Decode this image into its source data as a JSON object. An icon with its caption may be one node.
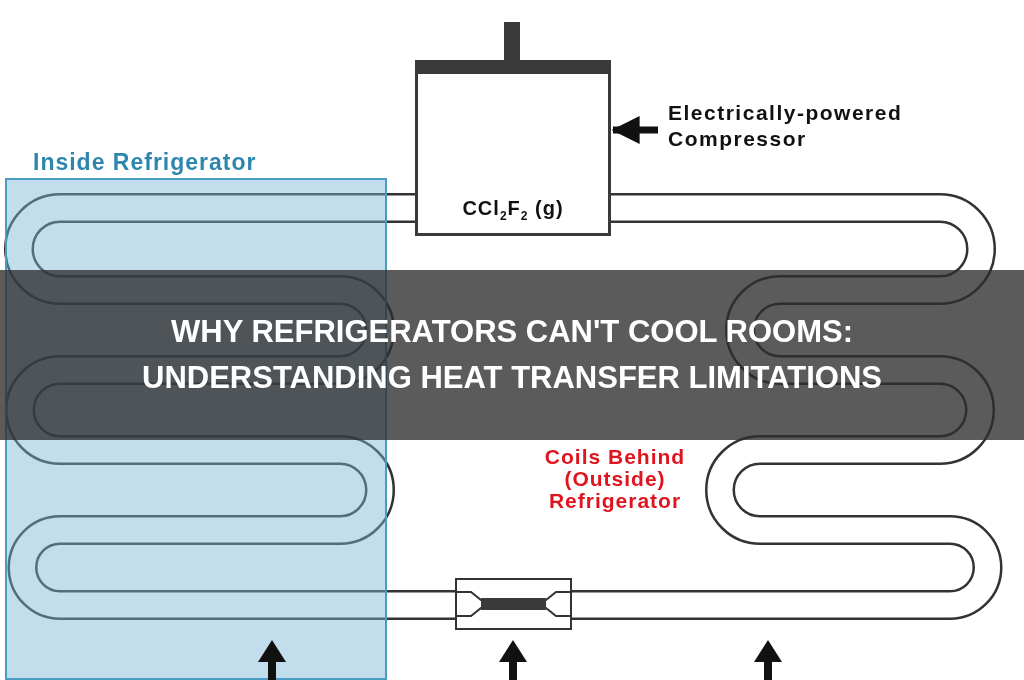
{
  "diagram": {
    "title": "WHY REFRIGERATORS CAN'T COOL ROOMS: UNDERSTANDING HEAT TRANSFER LIMITATIONS",
    "nodes": [
      {
        "text": [
          "Inside Refrigerator"
        ]
      },
      {
        "text": [
          "CCl$_{2}$F$_{2}$ (g)"
        ]
      },
      {
        "text": [
          "Electrically-powered Compressor"
        ]
      },
      {
        "text": [],
        "shape": "box"
      }
    ],
    "edges": [
      {
        "from": 2,
        "to": 1,
        "arrow": "to"
      }
    ],
    "labels": [
      "Coils Behind (Outside) Refrigerator"
    ]
  }
}
